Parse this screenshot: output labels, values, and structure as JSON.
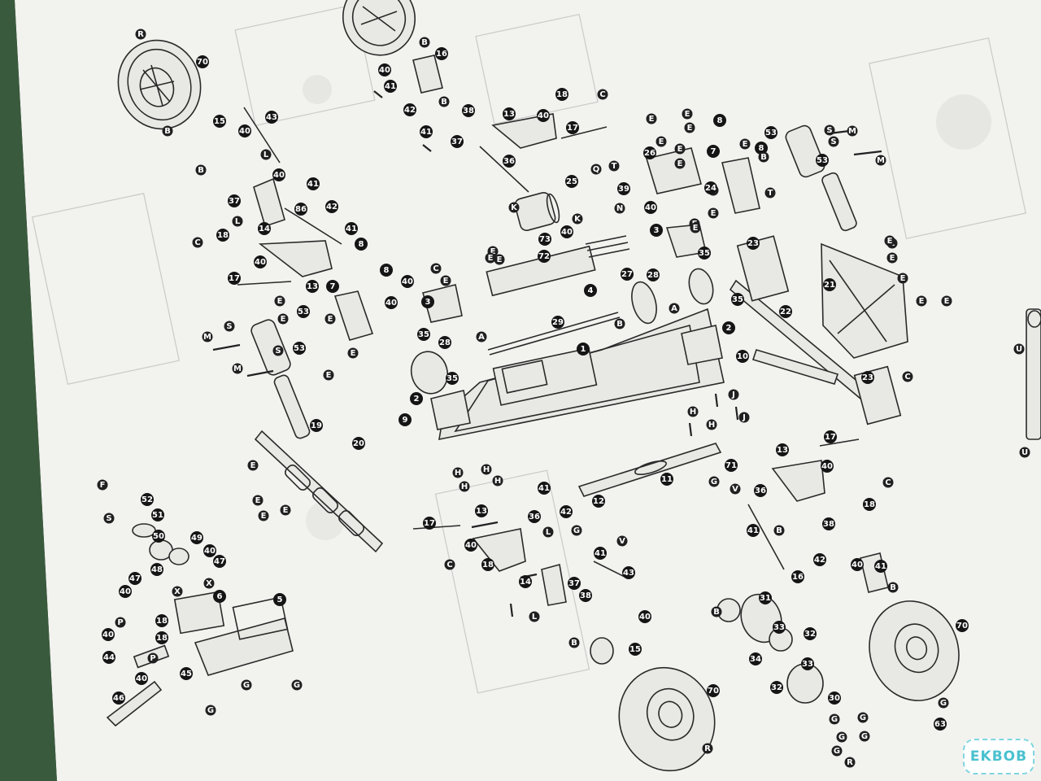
{
  "watermark": {
    "text": "EKBOB"
  },
  "colors": {
    "paper": "#f2f2ef",
    "ink": "#151515",
    "background": "#2f4a33",
    "watermark": "#49c1cf"
  },
  "callouts": [
    {
      "label": "R"
    },
    {
      "label": "70"
    },
    {
      "label": "B"
    },
    {
      "label": "15"
    },
    {
      "label": "40"
    },
    {
      "label": "43"
    },
    {
      "label": "B"
    },
    {
      "label": "L"
    },
    {
      "label": "40"
    },
    {
      "label": "41"
    },
    {
      "label": "37"
    },
    {
      "label": "86"
    },
    {
      "label": "42"
    },
    {
      "label": "L"
    },
    {
      "label": "14"
    },
    {
      "label": "41"
    },
    {
      "label": "C"
    },
    {
      "label": "18"
    },
    {
      "label": "40"
    },
    {
      "label": "8"
    },
    {
      "label": "17"
    },
    {
      "label": "13"
    },
    {
      "label": "7"
    },
    {
      "label": "E"
    },
    {
      "label": "53"
    },
    {
      "label": "M"
    },
    {
      "label": "S"
    },
    {
      "label": "E"
    },
    {
      "label": "E"
    },
    {
      "label": "E"
    },
    {
      "label": "53"
    },
    {
      "label": "S"
    },
    {
      "label": "M"
    },
    {
      "label": "E"
    },
    {
      "label": "19"
    },
    {
      "label": "20"
    },
    {
      "label": "E"
    },
    {
      "label": "F"
    },
    {
      "label": "52"
    },
    {
      "label": "S"
    },
    {
      "label": "51"
    },
    {
      "label": "E"
    },
    {
      "label": "E"
    },
    {
      "label": "E"
    },
    {
      "label": "50"
    },
    {
      "label": "49"
    },
    {
      "label": "40"
    },
    {
      "label": "47"
    },
    {
      "label": "48"
    },
    {
      "label": "X"
    },
    {
      "label": "47"
    },
    {
      "label": "X"
    },
    {
      "label": "40"
    },
    {
      "label": "6"
    },
    {
      "label": "5"
    },
    {
      "label": "P"
    },
    {
      "label": "18"
    },
    {
      "label": "40"
    },
    {
      "label": "18"
    },
    {
      "label": "44"
    },
    {
      "label": "P"
    },
    {
      "label": "40"
    },
    {
      "label": "45"
    },
    {
      "label": "46"
    },
    {
      "label": "G"
    },
    {
      "label": "G"
    },
    {
      "label": "G"
    },
    {
      "label": "B"
    },
    {
      "label": "16"
    },
    {
      "label": "40"
    },
    {
      "label": "41"
    },
    {
      "label": "B"
    },
    {
      "label": "42"
    },
    {
      "label": "38"
    },
    {
      "label": "41"
    },
    {
      "label": "37"
    },
    {
      "label": "13"
    },
    {
      "label": "40"
    },
    {
      "label": "18"
    },
    {
      "label": "C"
    },
    {
      "label": "17"
    },
    {
      "label": "36"
    },
    {
      "label": "E"
    },
    {
      "label": "E"
    },
    {
      "label": "E"
    },
    {
      "label": "E"
    },
    {
      "label": "E"
    },
    {
      "label": "8"
    },
    {
      "label": "53"
    },
    {
      "label": "S"
    },
    {
      "label": "M"
    },
    {
      "label": "7"
    },
    {
      "label": "E"
    },
    {
      "label": "8"
    },
    {
      "label": "26"
    },
    {
      "label": "Q"
    },
    {
      "label": "T"
    },
    {
      "label": "E"
    },
    {
      "label": "S"
    },
    {
      "label": "B"
    },
    {
      "label": "53"
    },
    {
      "label": "M"
    },
    {
      "label": "25"
    },
    {
      "label": "39"
    },
    {
      "label": "N"
    },
    {
      "label": "E"
    },
    {
      "label": "E"
    },
    {
      "label": "E"
    },
    {
      "label": "T"
    },
    {
      "label": "N"
    },
    {
      "label": "40"
    },
    {
      "label": "24"
    },
    {
      "label": "K"
    },
    {
      "label": "K"
    },
    {
      "label": "40"
    },
    {
      "label": "E"
    },
    {
      "label": "E"
    },
    {
      "label": "3"
    },
    {
      "label": "73"
    },
    {
      "label": "72"
    },
    {
      "label": "E"
    },
    {
      "label": "E"
    },
    {
      "label": "E"
    },
    {
      "label": "E"
    },
    {
      "label": "C"
    },
    {
      "label": "E"
    },
    {
      "label": "23"
    },
    {
      "label": "35"
    },
    {
      "label": "E"
    },
    {
      "label": "E"
    },
    {
      "label": "E"
    },
    {
      "label": "E"
    },
    {
      "label": "8"
    },
    {
      "label": "40"
    },
    {
      "label": "40"
    },
    {
      "label": "3"
    },
    {
      "label": "4"
    },
    {
      "label": "27"
    },
    {
      "label": "28"
    },
    {
      "label": "21"
    },
    {
      "label": "B"
    },
    {
      "label": "A"
    },
    {
      "label": "35"
    },
    {
      "label": "22"
    },
    {
      "label": "29"
    },
    {
      "label": "2"
    },
    {
      "label": "35"
    },
    {
      "label": "A"
    },
    {
      "label": "28"
    },
    {
      "label": "1"
    },
    {
      "label": "10"
    },
    {
      "label": "35"
    },
    {
      "label": "2"
    },
    {
      "label": "23"
    },
    {
      "label": "C"
    },
    {
      "label": "J"
    },
    {
      "label": "J"
    },
    {
      "label": "H"
    },
    {
      "label": "H"
    },
    {
      "label": "9"
    },
    {
      "label": "17"
    },
    {
      "label": "H"
    },
    {
      "label": "H"
    },
    {
      "label": "H"
    },
    {
      "label": "H"
    },
    {
      "label": "11"
    },
    {
      "label": "13"
    },
    {
      "label": "40"
    },
    {
      "label": "71"
    },
    {
      "label": "41"
    },
    {
      "label": "C"
    },
    {
      "label": "G"
    },
    {
      "label": "V"
    },
    {
      "label": "36"
    },
    {
      "label": "18"
    },
    {
      "label": "12"
    },
    {
      "label": "36"
    },
    {
      "label": "42"
    },
    {
      "label": "13"
    },
    {
      "label": "17"
    },
    {
      "label": "L"
    },
    {
      "label": "G"
    },
    {
      "label": "V"
    },
    {
      "label": "41"
    },
    {
      "label": "40"
    },
    {
      "label": "C"
    },
    {
      "label": "18"
    },
    {
      "label": "41"
    },
    {
      "label": "43"
    },
    {
      "label": "38"
    },
    {
      "label": "B"
    },
    {
      "label": "42"
    },
    {
      "label": "40"
    },
    {
      "label": "16"
    },
    {
      "label": "41"
    },
    {
      "label": "B"
    },
    {
      "label": "14"
    },
    {
      "label": "37"
    },
    {
      "label": "38"
    },
    {
      "label": "L"
    },
    {
      "label": "40"
    },
    {
      "label": "B"
    },
    {
      "label": "15"
    },
    {
      "label": "B"
    },
    {
      "label": "31"
    },
    {
      "label": "33"
    },
    {
      "label": "32"
    },
    {
      "label": "34"
    },
    {
      "label": "33"
    },
    {
      "label": "32"
    },
    {
      "label": "30"
    },
    {
      "label": "70"
    },
    {
      "label": "70"
    },
    {
      "label": "G"
    },
    {
      "label": "G"
    },
    {
      "label": "G"
    },
    {
      "label": "G"
    },
    {
      "label": "G"
    },
    {
      "label": "G"
    },
    {
      "label": "R"
    },
    {
      "label": "R"
    },
    {
      "label": "63"
    },
    {
      "label": "U"
    },
    {
      "label": "U"
    }
  ]
}
